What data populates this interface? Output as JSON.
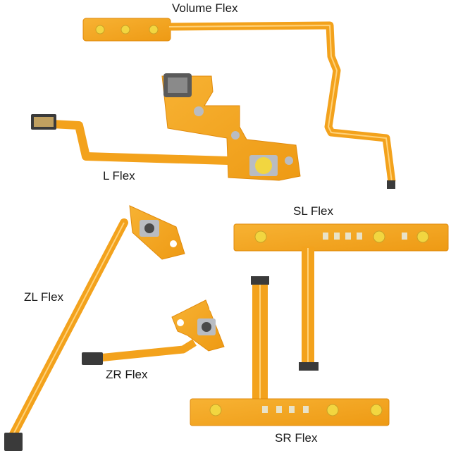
{
  "labels": {
    "volume": "Volume Flex",
    "l": "L Flex",
    "sl": "SL Flex",
    "zl": "ZL Flex",
    "zr": "ZR Flex",
    "sr": "SR Flex"
  },
  "colors": {
    "flex": "#f3a21c",
    "flex_edge": "#e08a0c",
    "trace": "#ffcf6a",
    "pad": "#f6e07a",
    "pad_edge": "#c9a227",
    "button": "#f2d640",
    "silver": "#b9bcc2",
    "connector": "#3a3a3a",
    "background": "#ffffff"
  }
}
